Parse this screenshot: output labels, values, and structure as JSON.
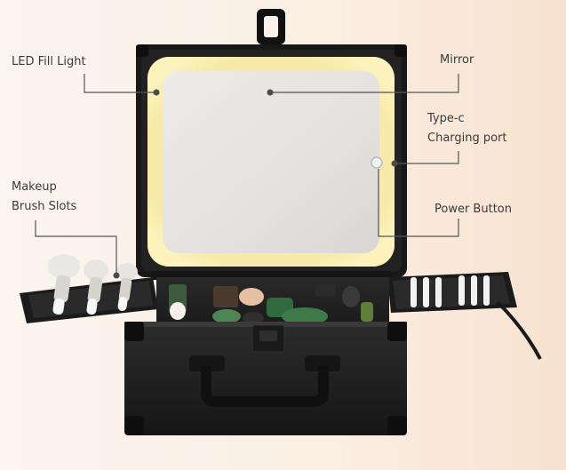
{
  "labels": {
    "led_fill_light": "LED Fill Light",
    "mirror": "Mirror",
    "type_c": [
      "Type-c",
      "Charging port"
    ],
    "makeup_brush": [
      "Makeup",
      "Brush Slots"
    ],
    "power_button": "Power Button"
  },
  "colors": {
    "background": "#fbf1e8",
    "case_body": "#1e1e1e",
    "led_ring": "#f8eba9",
    "mirror_glass": "#e7e4e2",
    "leader_line": "#555555"
  }
}
